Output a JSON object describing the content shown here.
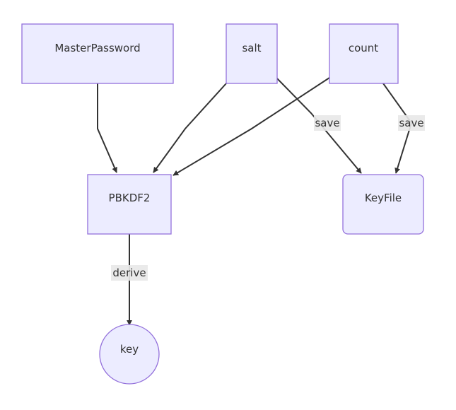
{
  "diagram": {
    "type": "flowchart",
    "colors": {
      "node_fill": "#ececff",
      "node_stroke": "#9370db",
      "edge": "#333333",
      "label_bg": "#e8e8e8",
      "text": "#333333"
    },
    "nodes": {
      "master_password": {
        "label": "MasterPassword",
        "shape": "rect"
      },
      "salt": {
        "label": "salt",
        "shape": "rect"
      },
      "count": {
        "label": "count",
        "shape": "rect"
      },
      "pbkdf2": {
        "label": "PBKDF2",
        "shape": "rect"
      },
      "keyfile": {
        "label": "KeyFile",
        "shape": "rounded-rect"
      },
      "key": {
        "label": "key",
        "shape": "circle"
      }
    },
    "edges": [
      {
        "from": "MasterPassword",
        "to": "PBKDF2",
        "label": ""
      },
      {
        "from": "salt",
        "to": "PBKDF2",
        "label": ""
      },
      {
        "from": "count",
        "to": "PBKDF2",
        "label": ""
      },
      {
        "from": "salt",
        "to": "KeyFile",
        "label": "save"
      },
      {
        "from": "count",
        "to": "KeyFile",
        "label": "save"
      },
      {
        "from": "PBKDF2",
        "to": "key",
        "label": "derive"
      }
    ]
  }
}
